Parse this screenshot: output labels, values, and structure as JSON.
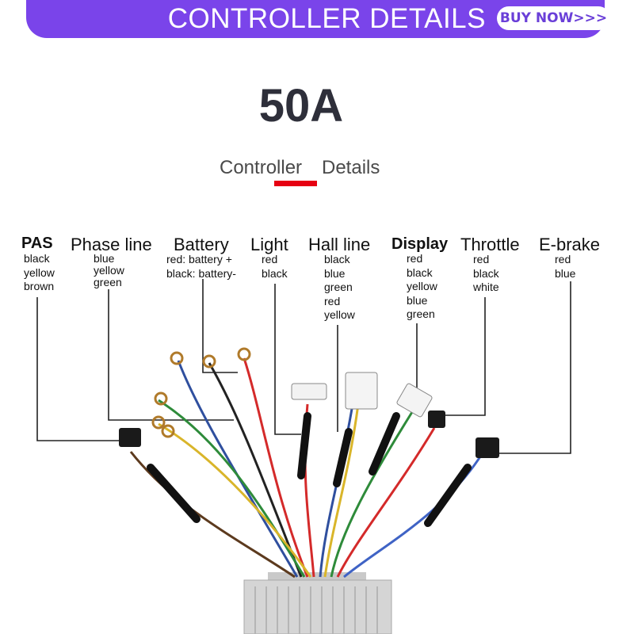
{
  "banner": {
    "title": "CONTROLLER DETAILS",
    "buy_button": "BUY NOW>>>",
    "color": "#7a44ea"
  },
  "heading": {
    "amperage": "50A",
    "sub_left": "Controller",
    "sub_right": "Details",
    "underline_color": "#e60012"
  },
  "connectors": [
    {
      "name": "PAS",
      "colors": [
        "black",
        "yellow",
        "brown"
      ]
    },
    {
      "name": "Phase line",
      "colors": [
        "blue",
        "yellow",
        "green"
      ]
    },
    {
      "name": "Battery",
      "colors": [
        "red: battery +",
        "black: battery-"
      ]
    },
    {
      "name": "Light",
      "colors": [
        "red",
        "black"
      ]
    },
    {
      "name": "Hall line",
      "colors": [
        "black",
        "blue",
        "green",
        "red",
        "yellow"
      ]
    },
    {
      "name": "Display",
      "colors": [
        "red",
        "black",
        "yellow",
        "blue",
        "green"
      ]
    },
    {
      "name": "Throttle",
      "colors": [
        "red",
        "black",
        "white"
      ]
    },
    {
      "name": "E-brake",
      "colors": [
        "red",
        "blue"
      ]
    }
  ]
}
